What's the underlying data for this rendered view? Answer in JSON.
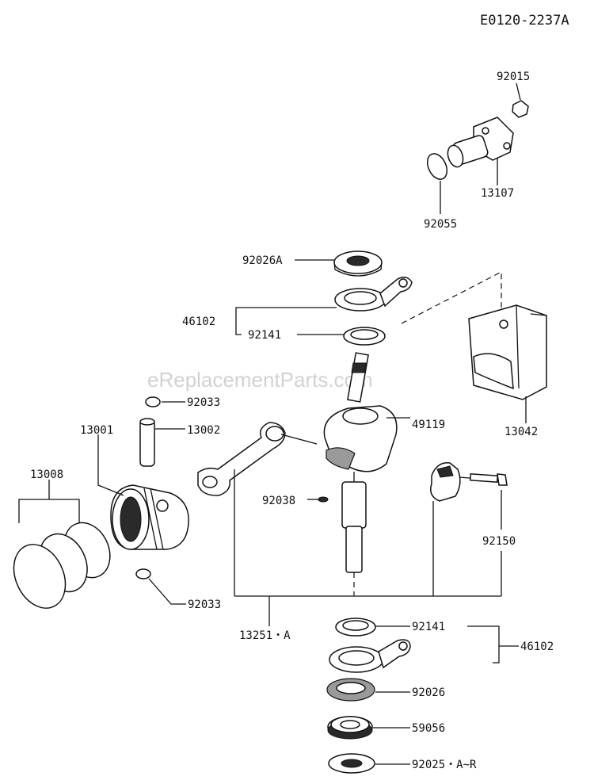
{
  "reference_code": "E0120-2237A",
  "watermark": "eReplacementParts.com",
  "labels": {
    "p92015": "92015",
    "p13107": "13107",
    "p92055": "92055",
    "p92026A": "92026A",
    "p46102_top": "46102",
    "p92141_top": "92141",
    "p13042": "13042",
    "p92033_top": "92033",
    "p13002": "13002",
    "p13001": "13001",
    "p13008": "13008",
    "p49119": "49119",
    "p92038": "92038",
    "p92150": "92150",
    "p92033_bottom": "92033",
    "p13251": "13251・A",
    "p92141_bottom": "92141",
    "p46102_bottom": "46102",
    "p92026": "92026",
    "p59056": "59056",
    "p92025": "92025・A~R"
  }
}
